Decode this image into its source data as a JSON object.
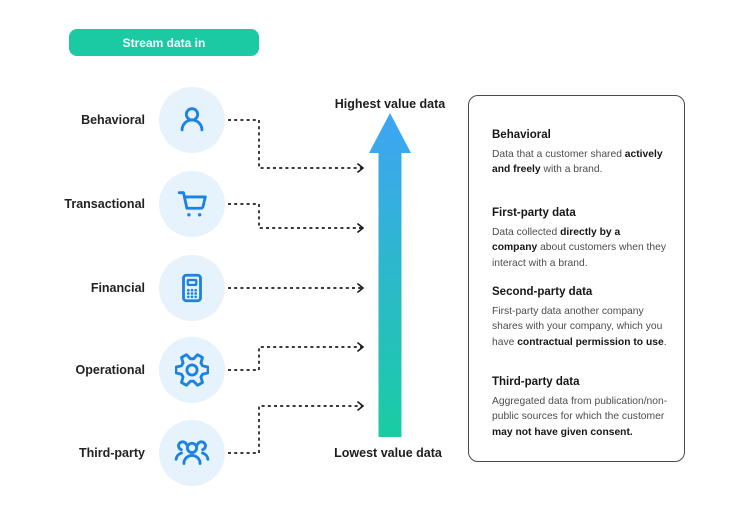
{
  "button": {
    "label": "Stream data in"
  },
  "colors": {
    "accent_teal": "#1bc9a2",
    "icon_blue": "#1b82e4",
    "icon_circle_bg": "#e6f2fc",
    "arrow_top_blue": "#3fa4f4",
    "arrow_bottom_teal": "#19cda3",
    "dash_black": "#1d1d1d",
    "panel_border_gray": "#474b4e"
  },
  "rows": [
    {
      "label": "Behavioral",
      "icon": "user-icon"
    },
    {
      "label": "Transactional",
      "icon": "shopping-cart-icon"
    },
    {
      "label": "Financial",
      "icon": "calculator-icon"
    },
    {
      "label": "Operational",
      "icon": "gear-icon"
    },
    {
      "label": "Third-party",
      "icon": "people-group-icon"
    }
  ],
  "arrow": {
    "top_label": "Highest value data",
    "bottom_label": "Lowest value data"
  },
  "panel": {
    "sections": [
      {
        "title": "Behavioral",
        "pre": "Data that a customer shared ",
        "bold": "actively and freely",
        "post": " with a brand."
      },
      {
        "title": "First-party data",
        "pre": "Data collected ",
        "bold": "directly by a company",
        "post": " about customers when they interact with a brand."
      },
      {
        "title": "Second-party data",
        "pre": "First-party data another company shares with your company, which you have ",
        "bold": "contractual permission to use",
        "post": "."
      },
      {
        "title": "Third-party data",
        "pre": "Aggregated data from publication/non-public sources for which the customer ",
        "bold": "may not have given consent.",
        "post": ""
      }
    ]
  }
}
